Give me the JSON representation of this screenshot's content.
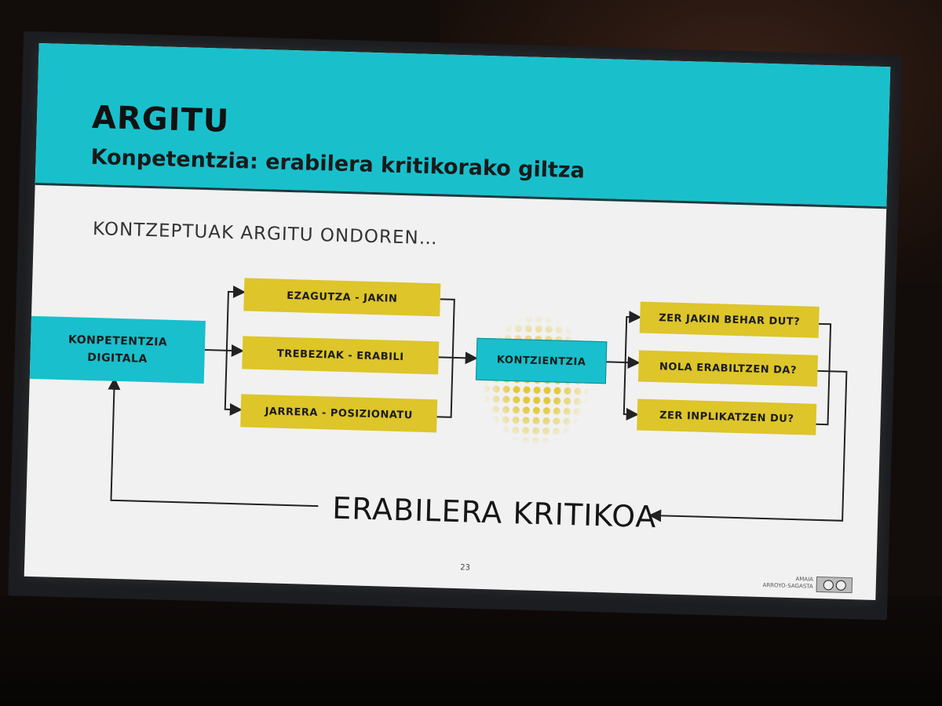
{
  "slide": {
    "title": "ARGITU",
    "subtitle": "Konpetentzia: erabilera kritikorako giltza",
    "intro": "KONTZEPTUAK ARGITU ONDOREN…",
    "footer_title": "ERABILERA KRITIKOA",
    "page_number": "23",
    "author_line1": "AMAIA",
    "author_line2": "ARROYO-SAGASTA"
  },
  "diagram": {
    "source": {
      "line1": "KONPETENTZIA",
      "line2": "DIGITALA"
    },
    "dimensions": [
      "EZAGUTZA - JAKIN",
      "TREBEZIAK - ERABILI",
      "JARRERA - POSIZIONATU"
    ],
    "center": "KONTZIENTZIA",
    "questions": [
      "ZER JAKIN BEHAR DUT?",
      "NOLA ERABILTZEN DA?",
      "ZER INPLIKATZEN DU?"
    ]
  },
  "colors": {
    "teal": "#19bfcc",
    "yellow": "#ddc52a",
    "slide_background": "#f1f1f1",
    "arrow": "#222222"
  },
  "icons": {
    "license_badge": "cc-by-icon"
  }
}
